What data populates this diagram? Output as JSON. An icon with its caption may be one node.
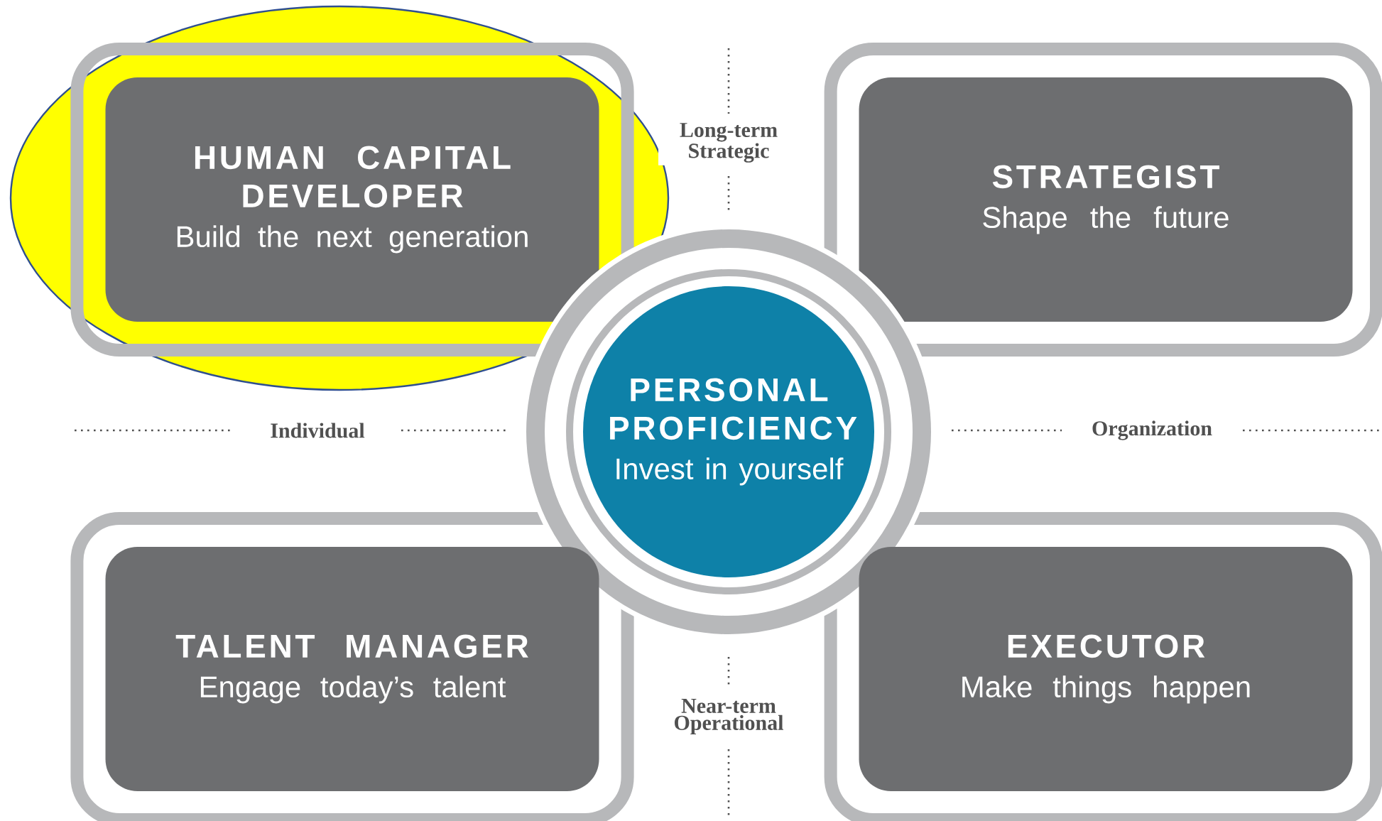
{
  "diagram": {
    "nodes": [
      {
        "text": [
          "HUMAN CAPITAL DEVELOPER",
          "Build the next generation"
        ]
      },
      {
        "text": [
          "STRATEGIST",
          "Shape the future"
        ]
      },
      {
        "text": [
          "PERSONAL PROFICIENCY",
          "Invest in yourself"
        ]
      },
      {
        "text": [
          "TALENT MANAGER",
          "Engage today’s talent"
        ]
      },
      {
        "text": [
          "EXECUTOR",
          "Make things happen"
        ]
      }
    ],
    "labels": [
      "Long-term Strategic",
      "Individual",
      "Organization",
      "Near-term Operational"
    ]
  }
}
